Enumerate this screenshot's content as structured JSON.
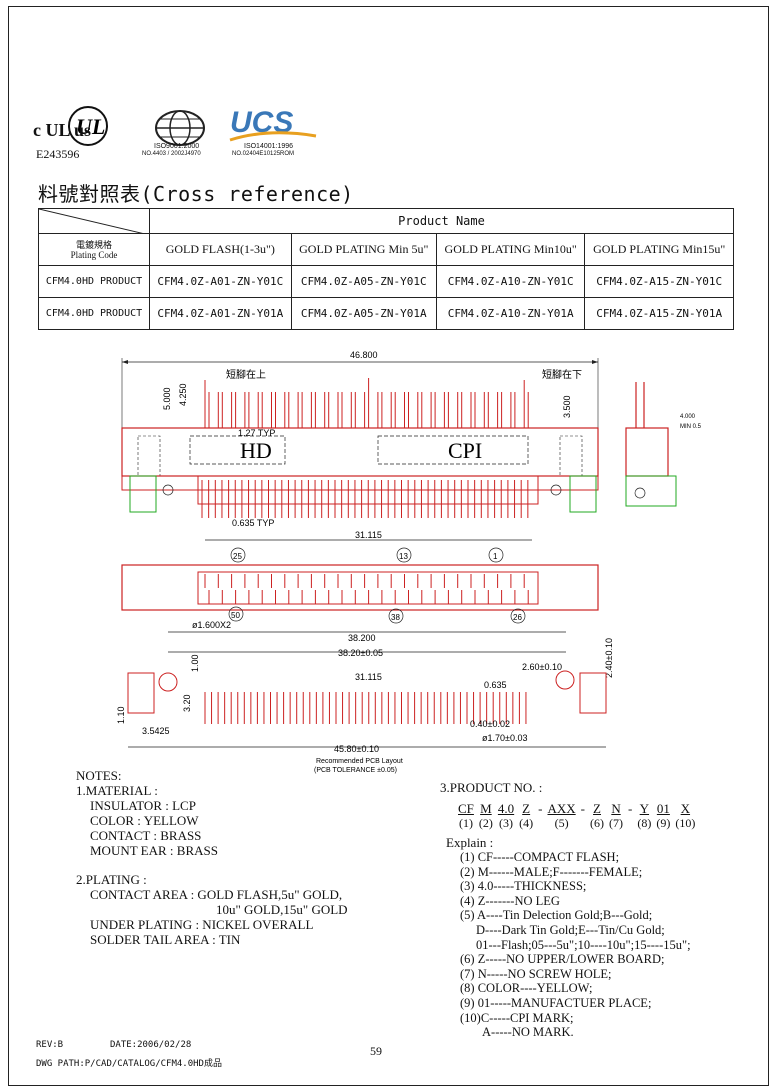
{
  "logos": {
    "ul_mark": "c UL us",
    "ul_number": "E243596",
    "iso9001": "ISO9001:2000",
    "iso9001_no": "NO.4403 / 2002J4970",
    "ucs": "UCS",
    "iso14001": "ISO14001:1996",
    "iso14001_no": "NO.02404E10125ROM"
  },
  "title": "料號對照表(Cross reference)",
  "table": {
    "header_product_name": "Product Name",
    "corner_zh": "電鍍規格",
    "corner_en": "Plating Code",
    "columns": [
      "GOLD FLASH(1-3u\")",
      "GOLD PLATING Min 5u\"",
      "GOLD PLATING Min10u\"",
      "GOLD PLATING Min15u\""
    ],
    "rows": [
      {
        "label": "CFM4.0HD PRODUCT",
        "cells": [
          "CFM4.0Z-A01-ZN-Y01C",
          "CFM4.0Z-A05-ZN-Y01C",
          "CFM4.0Z-A10-ZN-Y01C",
          "CFM4.0Z-A15-ZN-Y01C"
        ]
      },
      {
        "label": "CFM4.0HD PRODUCT",
        "cells": [
          "CFM4.0Z-A01-ZN-Y01A",
          "CFM4.0Z-A05-ZN-Y01A",
          "CFM4.0Z-A10-ZN-Y01A",
          "CFM4.0Z-A15-ZN-Y01A"
        ]
      }
    ]
  },
  "drawing": {
    "dim_46800": "46.800",
    "dim_5000": "5.000",
    "dim_4250": "4.250",
    "note_short_up": "短腳在上",
    "note_short_down": "短腳在下",
    "dim_3500": "3.500",
    "dim_127typ": "1.27  TYP",
    "mark_hd": "HD",
    "mark_cpi": "CPI",
    "dim_4000": "4.000",
    "dim_min05": "MIN 0.5",
    "dim_0635typ": "0.635  TYP",
    "dim_31115": "31.115",
    "callout_25": "25",
    "callout_13": "13",
    "callout_1": "1",
    "callout_50": "50",
    "callout_38": "38",
    "callout_26": "26",
    "dim_phi1600": "ø1.600X2",
    "dim_38200": "38.200",
    "pcb_38200": "38.20±0.05",
    "pcb_260": "2.60±0.10",
    "pcb_240": "2.40±0.10",
    "pcb_100": "1.00",
    "pcb_31115": "31.115",
    "pcb_0635": "0.635",
    "pcb_320": "3.20",
    "pcb_110": "1.10",
    "pcb_040": "0.40±0.02",
    "pcb_3542": "3.5425",
    "pcb_phi170": "ø1.70±0.03",
    "pcb_4580": "45.80±0.10",
    "pcb_caption1": "Recommended PCB Layout",
    "pcb_caption2": "(PCB TOLERANCE ±0.05)"
  },
  "notes": {
    "heading": "NOTES:",
    "material_title": "1.MATERIAL :",
    "material": [
      "INSULATOR : LCP",
      "COLOR : YELLOW",
      "CONTACT : BRASS",
      "MOUNT EAR : BRASS"
    ],
    "plating_title": "2.PLATING :",
    "plating": [
      "CONTACT AREA :  GOLD FLASH,5u\" GOLD,",
      "10u\"  GOLD,15u\" GOLD",
      "UNDER PLATING : NICKEL OVERALL",
      "SOLDER TAIL AREA : TIN"
    ]
  },
  "product_no": {
    "title": "3.PRODUCT NO. :",
    "codes": [
      "CF",
      "M",
      "4.0",
      "Z",
      "-",
      "AXX",
      "-",
      "Z",
      "N",
      "-",
      "Y",
      "01",
      "X"
    ],
    "indices": [
      "(1)",
      "(2)",
      "(3)",
      "(4)",
      "",
      "(5)",
      "",
      "(6)",
      "(7)",
      "",
      "(8)",
      "(9)",
      "(10)"
    ],
    "explain_title": "Explain :",
    "explain": [
      "(1) CF-----COMPACT  FLASH;",
      "(2) M------MALE;F-------FEMALE;",
      "(3) 4.0-----THICKNESS;",
      "(4) Z-------NO LEG",
      "(5) A----Tin Delection Gold;B---Gold;",
      "D----Dark Tin Gold;E---Tin/Cu Gold;",
      "01---Flash;05---5u\";10----10u\";15----15u\";",
      "(6) Z-----NO  UPPER/LOWER BOARD;",
      "(7) N-----NO  SCREW  HOLE;",
      "(8) COLOR----YELLOW;",
      "(9) 01-----MANUFACTUER PLACE;",
      "(10)C-----CPI MARK;",
      "A-----NO MARK."
    ]
  },
  "footer": {
    "rev": "REV:B",
    "date": "DATE:2006/02/28",
    "dwg_path": "DWG PATH:P/CAD/CATALOG/CFM4.0HD成品",
    "page": "59"
  }
}
